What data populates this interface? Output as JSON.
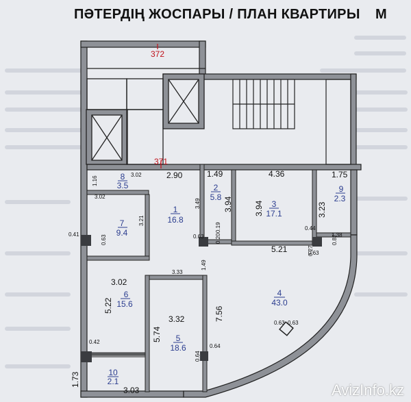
{
  "header": {
    "title": "ПӘТЕРДІҢ ЖОСПАРЫ / ПЛАН КВАРТИРЫ",
    "title_extra": "М"
  },
  "plan": {
    "marks": {
      "m372": "372",
      "m371": "371"
    },
    "rooms": [
      {
        "id": "1",
        "area": "16.8"
      },
      {
        "id": "2",
        "area": "5.8"
      },
      {
        "id": "3",
        "area": "17.1"
      },
      {
        "id": "4",
        "area": "43.0"
      },
      {
        "id": "5",
        "area": "18.6"
      },
      {
        "id": "6",
        "area": "15.6"
      },
      {
        "id": "7",
        "area": "9.4"
      },
      {
        "id": "8",
        "area": "3.5"
      },
      {
        "id": "9",
        "area": "2.3"
      },
      {
        "id": "10",
        "area": "2.1"
      }
    ],
    "dims": {
      "d302a": "3.02",
      "d290": "2.90",
      "d149a": "1.49",
      "d436": "4.36",
      "d175": "1.75",
      "d116": "1.16",
      "d302b": "3.02",
      "d321": "3.21",
      "d349": "3.49",
      "d394a": "3.94",
      "d394b": "3.94",
      "d323": "3.23",
      "d041": "0.41",
      "d063a": "0.63",
      "d019": "0.19",
      "d020": "0.20",
      "d063b": "0.63",
      "d044": "0.44",
      "d087": "0.87",
      "d138": "1.38",
      "d027": "0.27",
      "d063c": "0.63",
      "d521": "5.21",
      "d149b": "1.49",
      "d333": "3.33",
      "d302c": "3.02",
      "d522": "5.22",
      "d332": "3.32",
      "d756": "7.56",
      "d574": "5.74",
      "d064a": "0.64",
      "d064b": "0.64",
      "d063d": "0.63",
      "d063e": "0.63",
      "d042": "0.42",
      "d173": "1.73",
      "d303": "3.03"
    }
  },
  "watermark": "AvizInfo.kz"
}
